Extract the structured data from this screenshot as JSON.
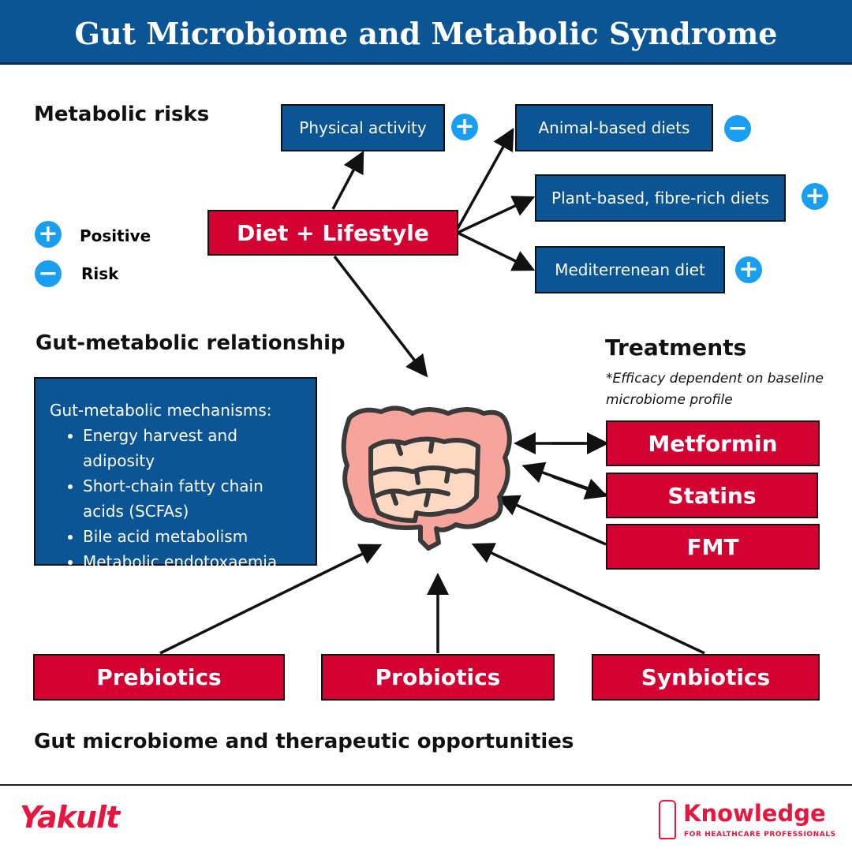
{
  "title": "Gut Microbiome and Metabolic Syndrome",
  "sections": {
    "metabolic_risks": "Metabolic risks",
    "gut_metabolic": "Gut-metabolic relationship",
    "treatments": "Treatments",
    "treatments_note": "*Efficacy dependent on baseline microbiome profile",
    "therapeutic": "Gut microbiome and therapeutic opportunities"
  },
  "legend": {
    "positive": "Positive",
    "risk": "Risk",
    "plus": "+",
    "minus": "−"
  },
  "center": "Diet + Lifestyle",
  "factors": [
    {
      "label": "Physical activity",
      "effect": "+"
    },
    {
      "label": "Animal-based diets",
      "effect": "−"
    },
    {
      "label": "Plant-based, fibre-rich diets",
      "effect": "+"
    },
    {
      "label": "Mediterrenean diet",
      "effect": "+"
    }
  ],
  "mechanisms": {
    "title": "Gut-metabolic mechanisms:",
    "items": [
      "Energy harvest and adiposity",
      "Short-chain fatty chain acids (SCFAs)",
      "Bile acid metabolism",
      "Metabolic endotoxaemia"
    ]
  },
  "treatment_items": [
    "Metformin",
    "Statins",
    "FMT"
  ],
  "therapies": [
    "Prebiotics",
    "Probiotics",
    "Synbiotics"
  ],
  "logos": {
    "left": "Yakult",
    "right": "Knowledge",
    "right_sub": "FOR HEALTHCARE PROFESSIONALS"
  },
  "colors": {
    "blue": "#0b5595",
    "red": "#d30032",
    "icon": "#1a9ef0"
  }
}
